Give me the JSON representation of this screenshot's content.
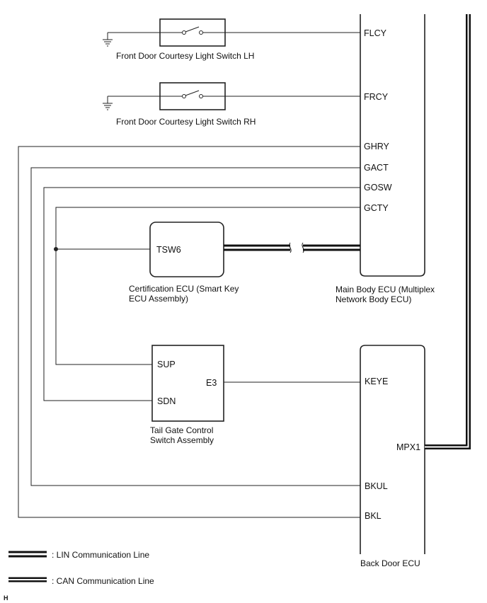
{
  "components": {
    "flcy_switch": {
      "caption": "Front Door Courtesy Light Switch LH"
    },
    "frcy_switch": {
      "caption": "Front Door Courtesy Light Switch RH"
    },
    "certification_ecu": {
      "caption_line1": "Certification ECU (Smart Key",
      "caption_line2": "ECU Assembly)",
      "pin": "TSW6"
    },
    "main_body_ecu": {
      "caption_line1": "Main Body ECU (Multiplex",
      "caption_line2": "Network Body ECU)",
      "pins": [
        "FLCY",
        "FRCY",
        "GHRY",
        "GACT",
        "GOSW",
        "GCTY"
      ]
    },
    "tail_gate_switch": {
      "caption_line1": "Tail Gate Control",
      "caption_line2": "Switch Assembly",
      "pins": [
        "SUP",
        "E3",
        "SDN"
      ]
    },
    "back_door_ecu": {
      "caption": "Back Door ECU",
      "pins": [
        "KEYE",
        "MPX1",
        "BKUL",
        "BKL"
      ]
    }
  },
  "legend": {
    "lin_label": ": LIN Communication Line",
    "can_label": ": CAN Communication Line"
  },
  "footer_code": "H"
}
